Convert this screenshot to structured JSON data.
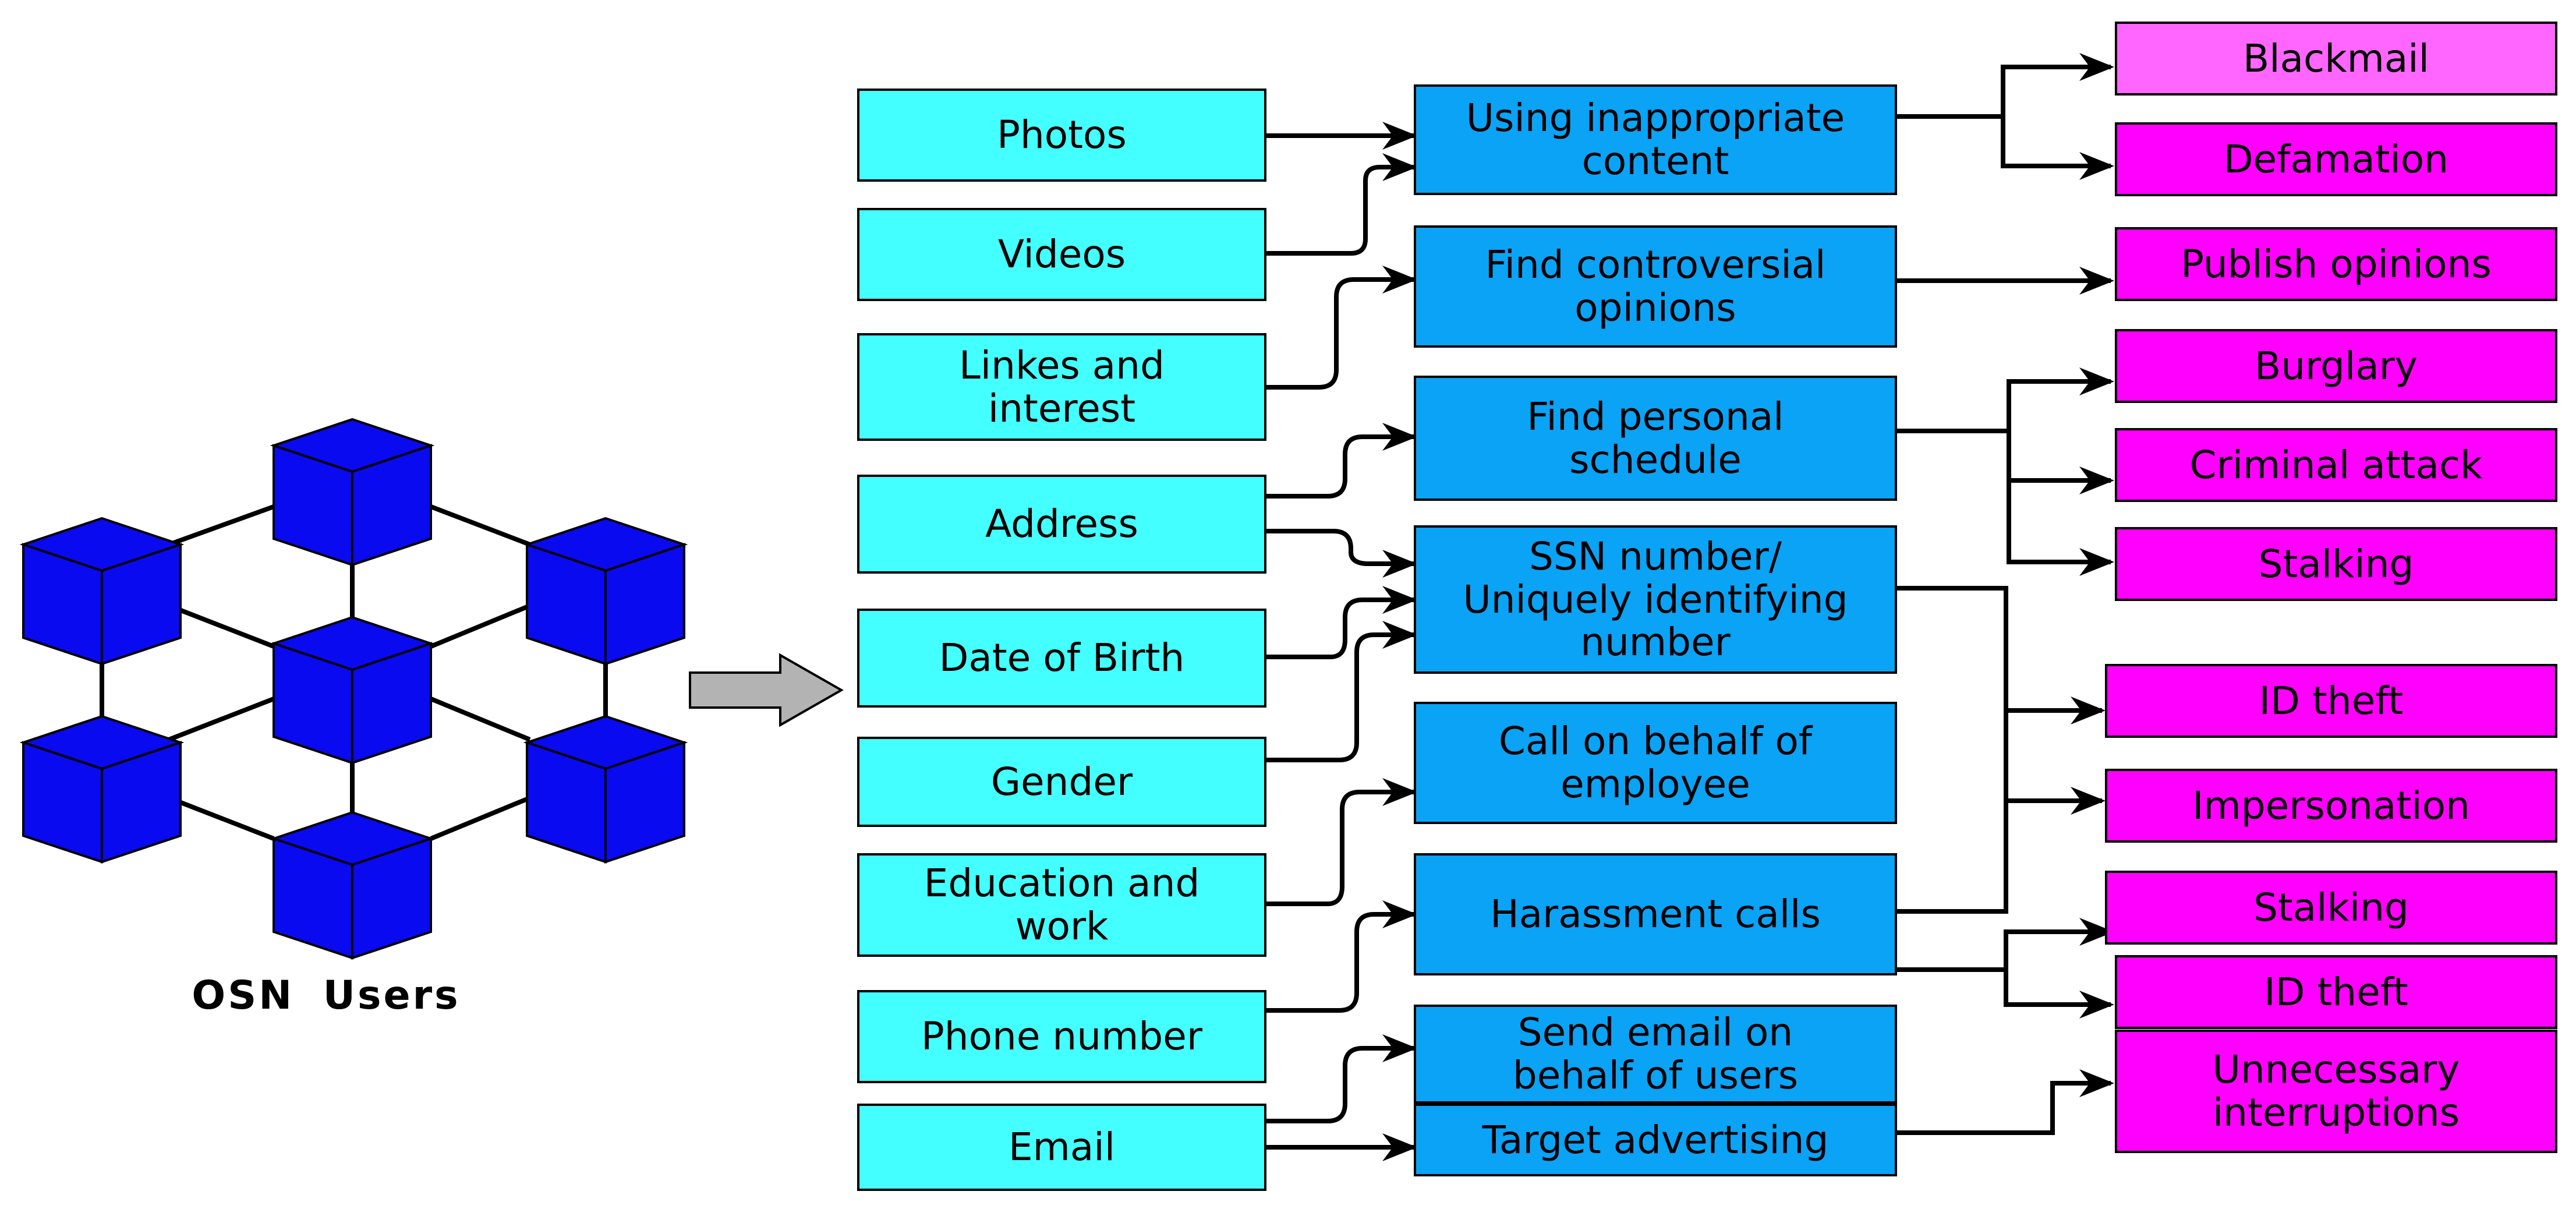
{
  "diagram": {
    "users_label": "OSN  Users",
    "colors": {
      "input_fill": "#44ffff",
      "process_fill": "#0aa3f5",
      "outcome_fill": "#ff00ff",
      "outcome_light_fill": "#ff66ff",
      "cube_fill": "#0a0af0",
      "arrow_fill": "#b3b3b3"
    },
    "inputs": [
      {
        "id": "photos",
        "label": "Photos"
      },
      {
        "id": "videos",
        "label": "Videos"
      },
      {
        "id": "likes",
        "label": "Linkes and\ninterest"
      },
      {
        "id": "address",
        "label": "Address"
      },
      {
        "id": "dob",
        "label": "Date of Birth"
      },
      {
        "id": "gender",
        "label": "Gender"
      },
      {
        "id": "education",
        "label": "Education and\nwork"
      },
      {
        "id": "phone",
        "label": "Phone number"
      },
      {
        "id": "email",
        "label": "Email"
      }
    ],
    "processes": [
      {
        "id": "inappropriate",
        "label": "Using inappropriate\ncontent"
      },
      {
        "id": "controversial",
        "label": "Find controversial\nopinions"
      },
      {
        "id": "schedule",
        "label": "Find personal\nschedule"
      },
      {
        "id": "ssn",
        "label": "SSN number/\nUniquely identifying\nnumber"
      },
      {
        "id": "call_employee",
        "label": "Call on behalf of\nemployee"
      },
      {
        "id": "harassment",
        "label": "Harassment calls"
      },
      {
        "id": "send_email",
        "label": "Send email on\nbehalf of users"
      },
      {
        "id": "target_ads",
        "label": "Target advertising"
      }
    ],
    "outcomes": [
      {
        "id": "blackmail",
        "label": "Blackmail"
      },
      {
        "id": "defamation",
        "label": "Defamation"
      },
      {
        "id": "publish",
        "label": "Publish opinions"
      },
      {
        "id": "burglary",
        "label": "Burglary"
      },
      {
        "id": "criminal",
        "label": "Criminal attack"
      },
      {
        "id": "stalking1",
        "label": "Stalking"
      },
      {
        "id": "idtheft1",
        "label": "ID theft"
      },
      {
        "id": "impersonation",
        "label": "Impersonation"
      },
      {
        "id": "stalking2",
        "label": "Stalking"
      },
      {
        "id": "idtheft2",
        "label": "ID theft"
      },
      {
        "id": "interruptions",
        "label": "Unnecessary\ninterruptions"
      }
    ]
  }
}
